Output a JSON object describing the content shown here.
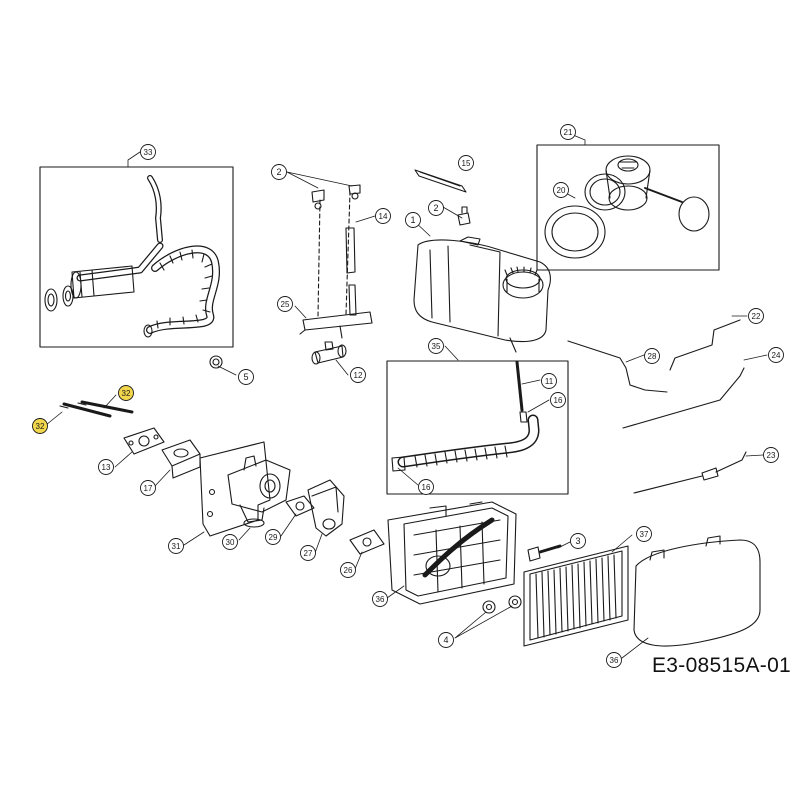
{
  "drawing_code": "E3-08515A-01",
  "callouts": [
    {
      "label": "33",
      "highlight": false
    },
    {
      "label": "2",
      "highlight": false
    },
    {
      "label": "15",
      "highlight": false
    },
    {
      "label": "21",
      "highlight": false
    },
    {
      "label": "20",
      "highlight": false
    },
    {
      "label": "14",
      "highlight": false
    },
    {
      "label": "1",
      "highlight": false
    },
    {
      "label": "2",
      "highlight": false
    },
    {
      "label": "25",
      "highlight": false
    },
    {
      "label": "5",
      "highlight": false
    },
    {
      "label": "12",
      "highlight": false
    },
    {
      "label": "35",
      "highlight": false
    },
    {
      "label": "11",
      "highlight": false
    },
    {
      "label": "16",
      "highlight": false
    },
    {
      "label": "16",
      "highlight": false
    },
    {
      "label": "22",
      "highlight": false
    },
    {
      "label": "28",
      "highlight": false
    },
    {
      "label": "24",
      "highlight": false
    },
    {
      "label": "23",
      "highlight": false
    },
    {
      "label": "32",
      "highlight": true
    },
    {
      "label": "32",
      "highlight": true
    },
    {
      "label": "13",
      "highlight": false
    },
    {
      "label": "17",
      "highlight": false
    },
    {
      "label": "31",
      "highlight": false
    },
    {
      "label": "30",
      "highlight": false
    },
    {
      "label": "29",
      "highlight": false
    },
    {
      "label": "27",
      "highlight": false
    },
    {
      "label": "26",
      "highlight": false
    },
    {
      "label": "36",
      "highlight": false
    },
    {
      "label": "37",
      "highlight": false
    },
    {
      "label": "3",
      "highlight": false
    },
    {
      "label": "4",
      "highlight": false
    },
    {
      "label": "36",
      "highlight": false
    }
  ],
  "colors": {
    "line": "#1a1a1a",
    "highlight_fill": "#f2d64b",
    "callout_fill": "#ffffff"
  }
}
